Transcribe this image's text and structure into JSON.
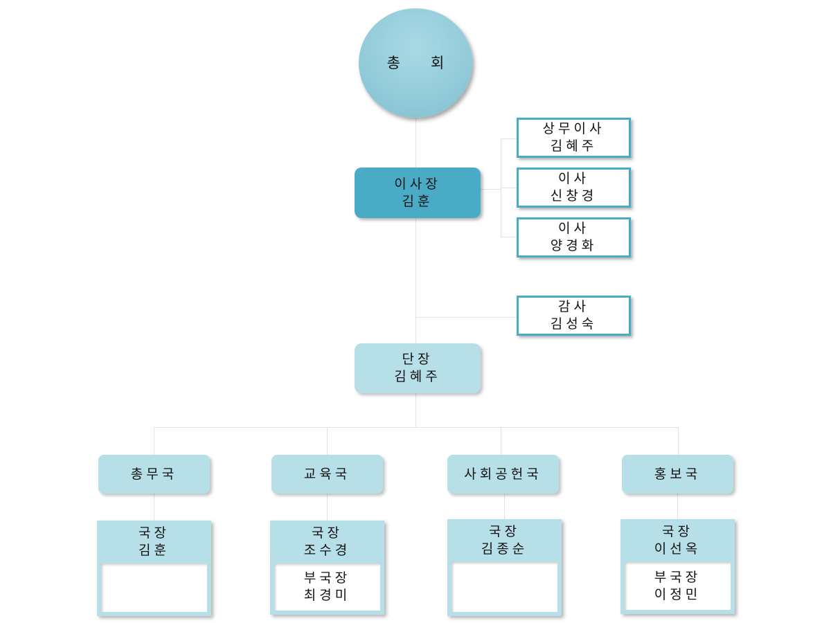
{
  "assembly": {
    "left": "총",
    "right": "회"
  },
  "chairman": {
    "title": "이사장",
    "name": "김훈"
  },
  "directors": [
    {
      "title": "상무이사",
      "name": "김혜주"
    },
    {
      "title": "이사",
      "name": "신창경"
    },
    {
      "title": "이사",
      "name": "양경화"
    }
  ],
  "auditor": {
    "title": "감사",
    "name": "김성숙"
  },
  "leader": {
    "title": "단장",
    "name": "김혜주"
  },
  "departments": [
    {
      "name": "총무국",
      "head_title": "국장",
      "head_name": "김훈",
      "deputy_title": "",
      "deputy_name": ""
    },
    {
      "name": "교육국",
      "head_title": "국장",
      "head_name": "조수경",
      "deputy_title": "부국장",
      "deputy_name": "최경미"
    },
    {
      "name": "사회공헌국",
      "head_title": "국장",
      "head_name": "김종순",
      "deputy_title": "",
      "deputy_name": ""
    },
    {
      "name": "홍보국",
      "head_title": "국장",
      "head_name": "이선옥",
      "deputy_title": "부국장",
      "deputy_name": "이정민"
    }
  ]
}
